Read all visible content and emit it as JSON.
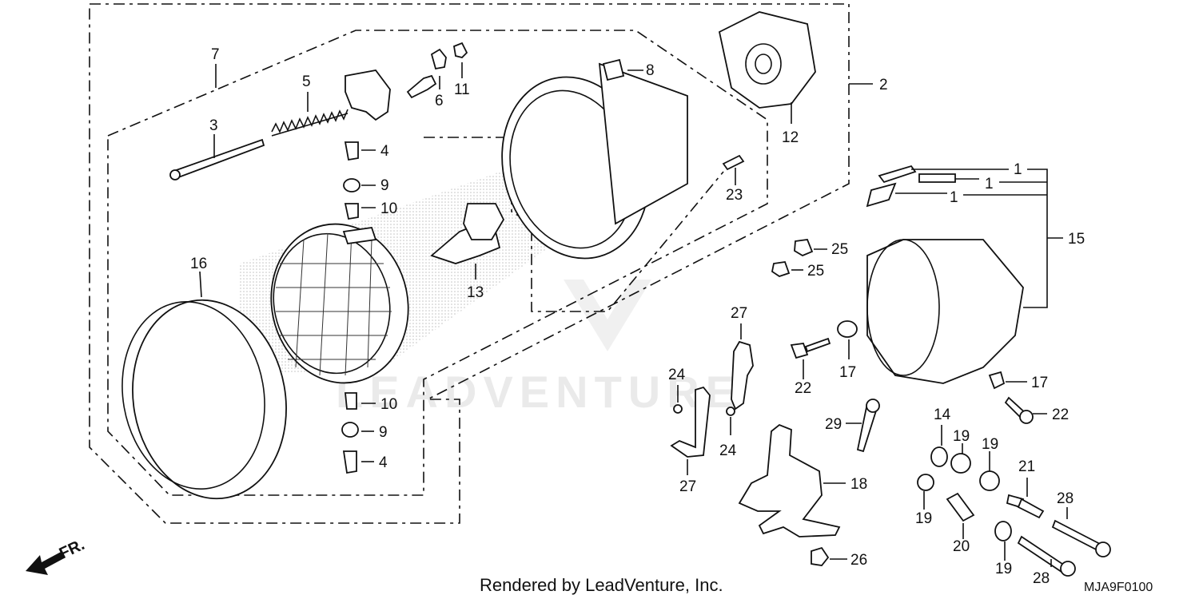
{
  "diagram": {
    "callouts": {
      "c1a": "1",
      "c1b": "1",
      "c1c": "1",
      "c2": "2",
      "c3": "3",
      "c4a": "4",
      "c4b": "4",
      "c5": "5",
      "c6": "6",
      "c7": "7",
      "c8": "8",
      "c9a": "9",
      "c9b": "9",
      "c10a": "10",
      "c10b": "10",
      "c11": "11",
      "c12": "12",
      "c13": "13",
      "c14": "14",
      "c15": "15",
      "c16": "16",
      "c17a": "17",
      "c17b": "17",
      "c18": "18",
      "c19a": "19",
      "c19b": "19",
      "c19c": "19",
      "c19d": "19",
      "c20": "20",
      "c21": "21",
      "c22a": "22",
      "c22b": "22",
      "c23": "23",
      "c24a": "24",
      "c24b": "24",
      "c25a": "25",
      "c25b": "25",
      "c26": "26",
      "c27a": "27",
      "c27b": "27",
      "c28a": "28",
      "c28b": "28",
      "c29": "29"
    },
    "watermark": "LEADVENTURE",
    "direction_label": "FR.",
    "footer_text": "Rendered by LeadVenture, Inc.",
    "diagram_code": "MJA9F0100"
  }
}
